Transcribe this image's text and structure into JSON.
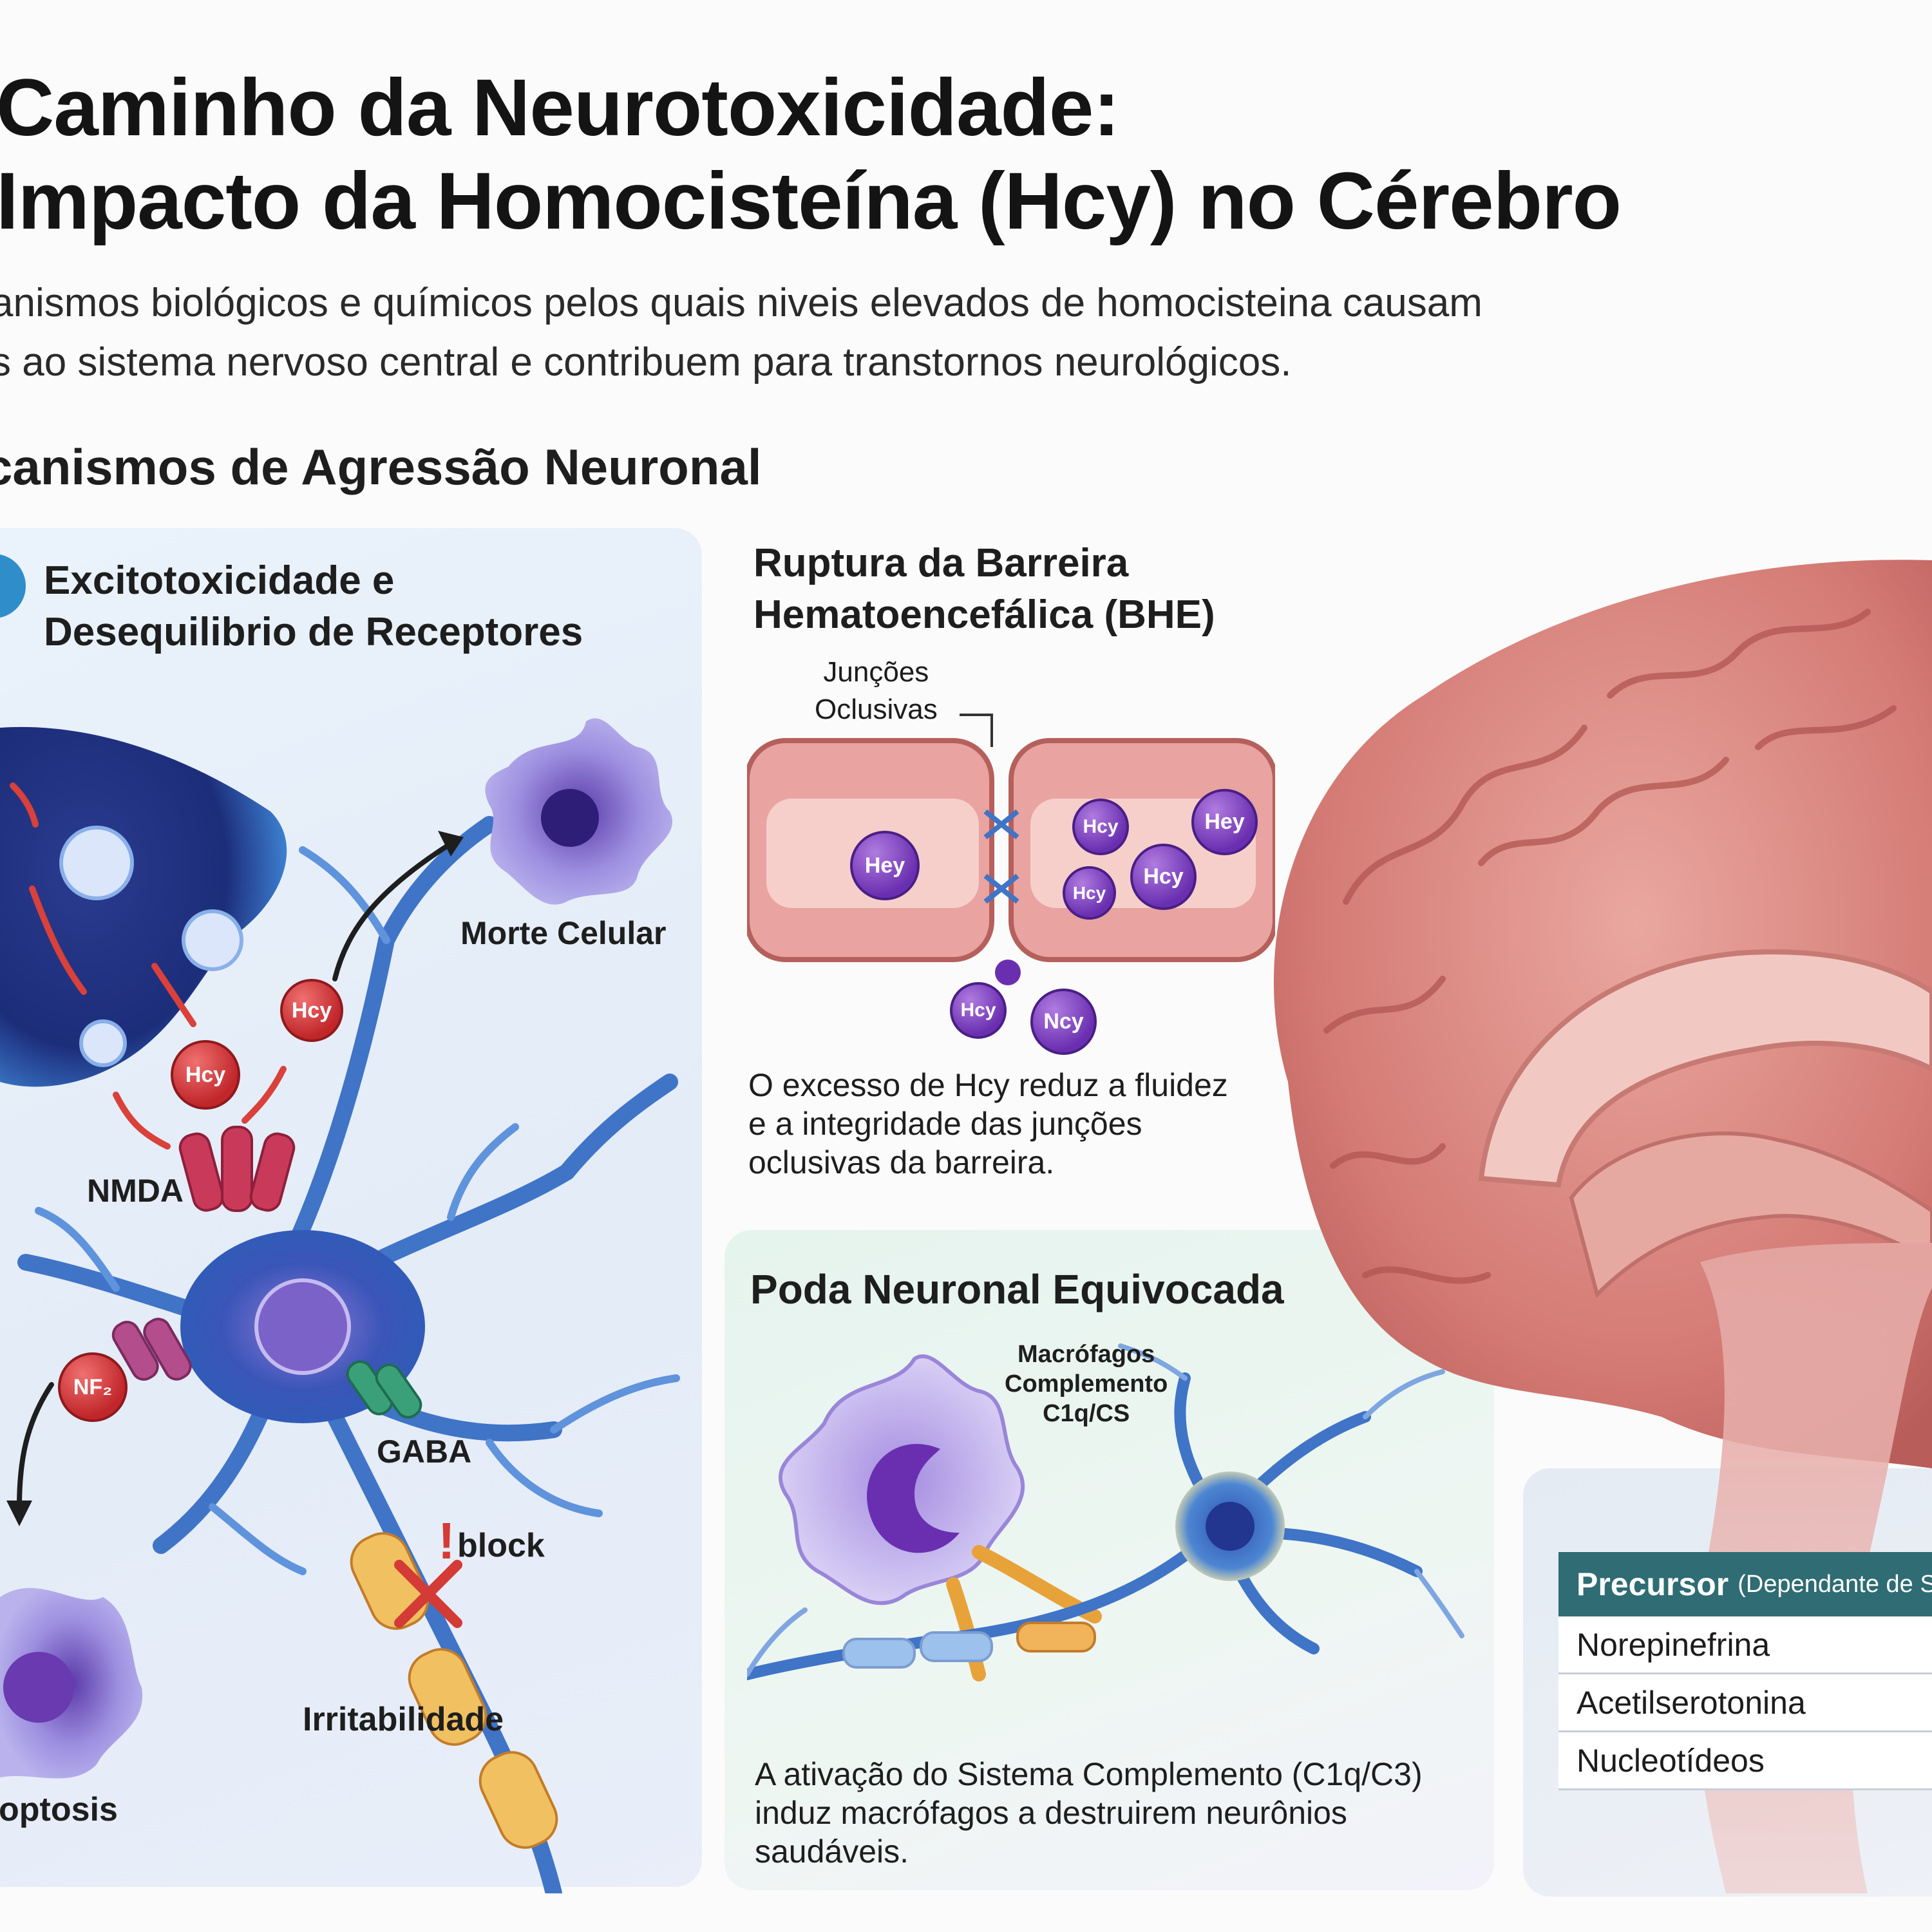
{
  "header": {
    "title_line1": "Caminho da Neurotoxicidade:",
    "title_line2": "Impacto da Homocisteína (Hcy) no Cérebro",
    "subtitle_line1": "anismos biológicos e químicos pelos quais niveis elevados de homocisteina causam",
    "subtitle_line2": "s ao sistema nervoso central e contribuem para transtornos neurológicos."
  },
  "section_heading": "canismos de Agressão Neuronal",
  "excitotoxicity": {
    "title_line1": "Excitotoxicidade e",
    "title_line2": "Desequilibrio de Receptores",
    "labels": {
      "morte": "Morte Celular",
      "nmda": "NMDA",
      "gaba": "GABA",
      "block": "block",
      "irritabilidade": "Irritabilidade",
      "apoptosis": "optosis"
    },
    "molecules": {
      "hcy1": "Hcy",
      "hcy2": "Hcy",
      "nf": "NF₂"
    }
  },
  "bbb": {
    "title_line1": "Ruptura da Barreira",
    "title_line2": "Hematoencefálica (BHE)",
    "junctions_line1": "Junções",
    "junctions_line2": "Oclusivas",
    "molecules": [
      "Hey",
      "Hcy",
      "Hey",
      "Hcy",
      "Hcy",
      "Hcy",
      "Ncy"
    ],
    "desc_line1": "O excesso de Hcy reduz a fluidez",
    "desc_line2": "e a integridade das junções",
    "desc_line3": "oclusivas da barreira."
  },
  "poda": {
    "title": "Poda Neuronal Equivocada",
    "macro_line1": "Macrófagos",
    "macro_line2": "Complemento",
    "macro_line3": "C1q/CS",
    "desc_line1": "A ativação do Sistema Complemento (C1q/C3)",
    "desc_line2": "induz macrófagos a destruirem neurônios",
    "desc_line3": "saudáveis."
  },
  "table": {
    "header_main": "Precursor",
    "header_sub": "(Dependante de SA",
    "rows": [
      "Norepinefrina",
      "Acetilserotonina",
      "Nucleotídeos"
    ]
  },
  "colors": {
    "neuron_blue": "#3f74c7",
    "brain_pink": "#d9837e",
    "vessel_pink": "#e9a3a0",
    "hcy_purple": "#6a2fb0",
    "hcy_red": "#c0262a",
    "table_header": "#2f6c73",
    "arrow_red": "#d9413a"
  }
}
